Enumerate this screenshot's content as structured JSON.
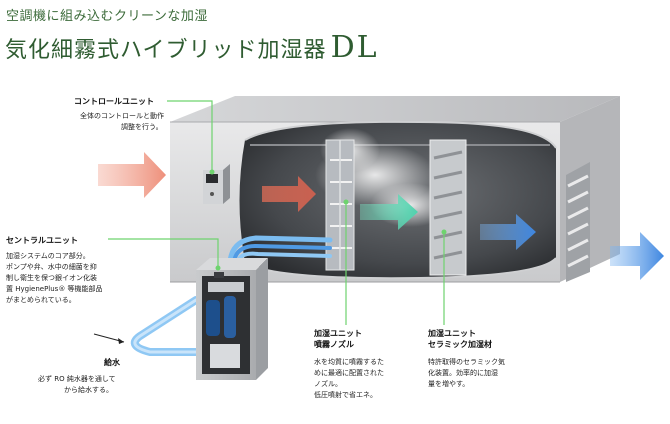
{
  "header": {
    "subtitle": "空調機に組み込むクリーンな加湿",
    "title": "気化細霧式ハイブリッド加湿器",
    "model": "DL"
  },
  "callouts": {
    "control_unit": {
      "heading": "コントロールユニット",
      "lines": [
        "全体のコントロールと動作",
        "調整を行う。"
      ]
    },
    "central_unit": {
      "heading": "セントラルユニット",
      "lines": [
        "加湿システムのコア部分。",
        "ポンプや弁、水中の細菌を抑",
        "制し衛生を保つ銀イオン化装",
        "置 HygienePlus® 等機能部品",
        "がまとめられている。"
      ]
    },
    "water_supply": {
      "heading": "給水",
      "lines": [
        "必ず RO 純水器を通して",
        "から給水する。"
      ]
    },
    "spray_nozzle": {
      "heading_lines": [
        "加湿ユニット",
        "噴霧ノズル"
      ],
      "lines": [
        "水を均質に噴霧するた",
        "めに最適に配置された",
        "ノズル。",
        "低圧噴射で省エネ。"
      ]
    },
    "ceramic_material": {
      "heading_lines": [
        "加湿ユニット",
        "セラミック加湿材"
      ],
      "lines": [
        "特許取得のセラミック気",
        "化装置。効率的に加湿",
        "量を増やす。"
      ]
    }
  },
  "colors": {
    "title_green": "#2f5c31",
    "callout_line": "#6ed36e",
    "airflow_in": "#f2a08e",
    "airflow_mid": "#6fd8b8",
    "airflow_out": "#4f8fe0",
    "water_pipe": "#5aa8ea"
  }
}
